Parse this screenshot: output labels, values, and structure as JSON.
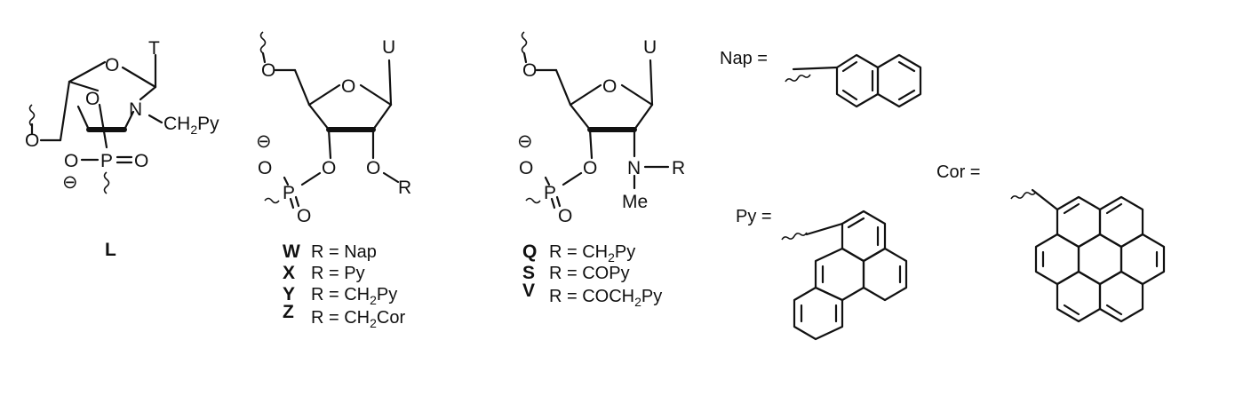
{
  "compounds": {
    "L": {
      "label": "L",
      "atoms": {
        "base": "T",
        "ring_o": "O",
        "bridge_o": "O",
        "n": "N",
        "n_sub": "CH",
        "n_sub_2": "2",
        "n_sub_3": "Py",
        "o5": "O",
        "p": "P",
        "po_o1": "O",
        "po_o2": "O",
        "charge": "⊖"
      }
    },
    "W_series": {
      "atoms": {
        "o5": "O",
        "ring_o": "O",
        "base": "U",
        "o3": "O",
        "o2": "O",
        "r": "R",
        "p": "P",
        "p_o1": "O",
        "p_o2": "O",
        "charge": "⊖"
      },
      "rows": [
        {
          "label": "W",
          "eq": "R = Nap",
          "sub": "",
          "tail": ""
        },
        {
          "label": "X",
          "eq": "R = Py",
          "sub": "",
          "tail": ""
        },
        {
          "label": "Y",
          "eq": "R = CH",
          "sub": "2",
          "tail": "Py"
        },
        {
          "label": "Z",
          "eq": "R = CH",
          "sub": "2",
          "tail": "Cor"
        }
      ]
    },
    "Q_series": {
      "atoms": {
        "o5": "O",
        "ring_o": "O",
        "base": "U",
        "o3": "O",
        "n": "N",
        "r": "R",
        "me": "Me",
        "p": "P",
        "p_o1": "O",
        "p_o2": "O",
        "charge": "⊖"
      },
      "rows": [
        {
          "label": "Q",
          "eq": "R = CH",
          "sub": "2",
          "tail": "Py"
        },
        {
          "label": "S",
          "eq": "R = COPy",
          "sub": "",
          "tail": ""
        },
        {
          "label": "V",
          "eq": "R = COCH",
          "sub": "2",
          "tail": "Py"
        }
      ]
    }
  },
  "substituents": {
    "nap": "Nap =",
    "py": "Py =",
    "cor": "Cor ="
  }
}
